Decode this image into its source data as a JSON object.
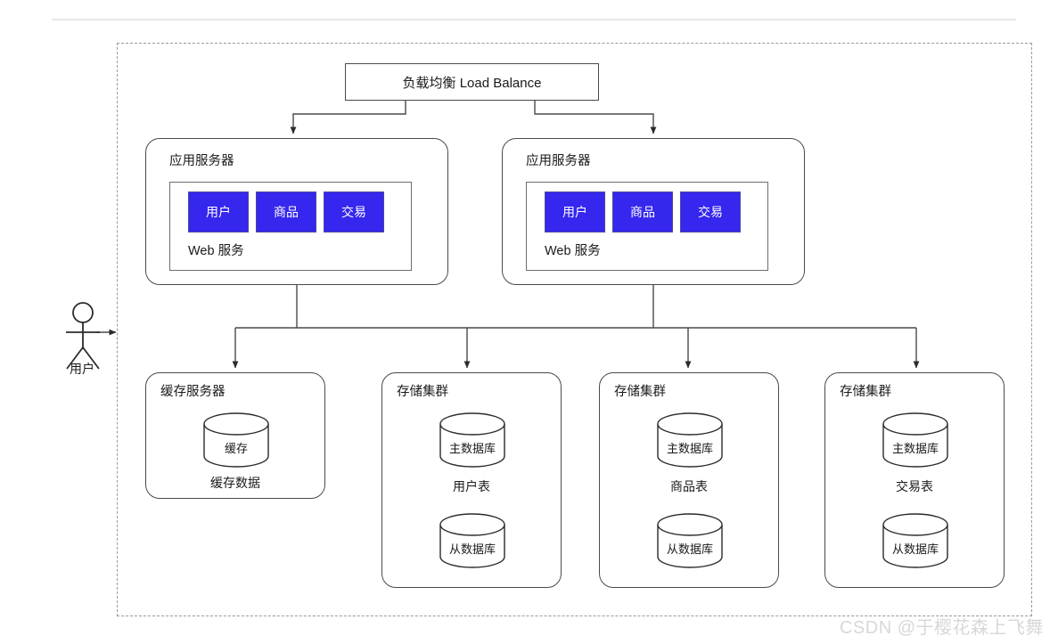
{
  "diagram": {
    "title_bar_present": true,
    "boundary_style": "dashed",
    "accent_color": "#3627EE",
    "line_color": "#4a4a4a"
  },
  "actor": {
    "label": "用户",
    "icon": "stick-figure-actor"
  },
  "load_balancer": {
    "label": "负载均衡 Load Balance"
  },
  "app_servers": [
    {
      "title": "应用服务器",
      "web_label": "Web 服务",
      "modules": [
        "用户",
        "商品",
        "交易"
      ]
    },
    {
      "title": "应用服务器",
      "web_label": "Web 服务",
      "modules": [
        "用户",
        "商品",
        "交易"
      ]
    }
  ],
  "cache_server": {
    "title": "缓存服务器",
    "cylinder": "缓存",
    "caption": "缓存数据"
  },
  "storage_clusters": [
    {
      "title": "存储集群",
      "primary": "主数据库",
      "caption": "用户表",
      "replica": "从数据库"
    },
    {
      "title": "存储集群",
      "primary": "主数据库",
      "caption": "商品表",
      "replica": "从数据库"
    },
    {
      "title": "存储集群",
      "primary": "主数据库",
      "caption": "交易表",
      "replica": "从数据库"
    }
  ],
  "watermark": {
    "text": "CSDN @于樱花森上飞舞"
  }
}
